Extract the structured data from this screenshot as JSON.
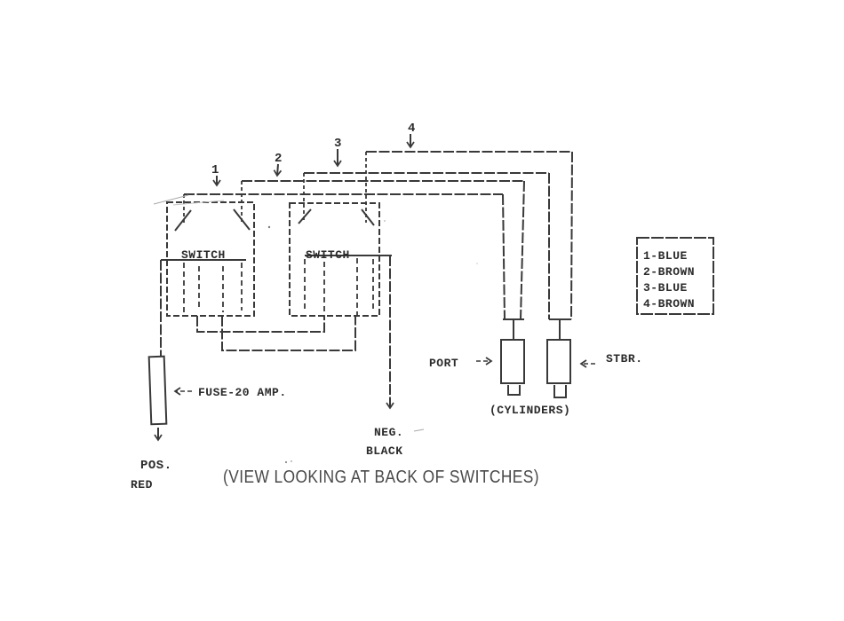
{
  "document": {
    "caption": "(VIEW LOOKING AT BACK OF SWITCHES)"
  },
  "colors": {
    "ink": "#3a3a3a",
    "paper": "#ffffff"
  },
  "wires": {
    "labels": [
      "1",
      "2",
      "3",
      "4"
    ]
  },
  "switches": {
    "left_label": "SWITCH",
    "right_label": "SWITCH"
  },
  "legend": {
    "entries": [
      "1-BLUE",
      "2-BROWN",
      "3-BLUE",
      "4-BROWN"
    ]
  },
  "power": {
    "fuse_label": "FUSE-20 AMP.",
    "positive_label": "POS.",
    "positive_color_label": "RED",
    "negative_label": "NEG.",
    "negative_color_label": "BLACK"
  },
  "cylinders": {
    "port_label": "PORT",
    "starboard_label": "STBR.",
    "group_label": "(CYLINDERS)"
  }
}
